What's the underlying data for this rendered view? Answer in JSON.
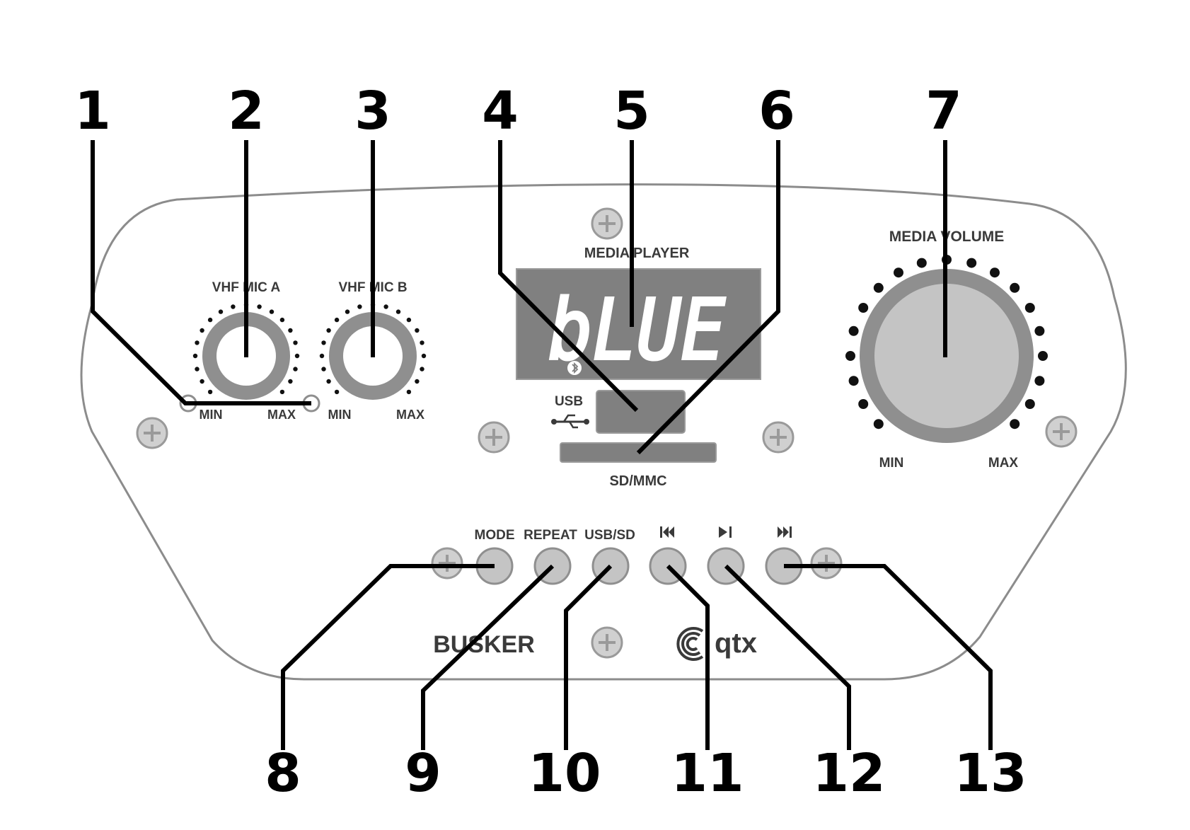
{
  "colors": {
    "background": "#ffffff",
    "panel_outline": "#8c8c8c",
    "knob_ring": "#8f8f8f",
    "knob_face": "#c4c4c4",
    "display_bg": "#808080",
    "display_text": "#ffffff",
    "button_fill": "#c4c4c4",
    "button_ring": "#8f8f8f",
    "screw_fill": "#d0d0d0",
    "screw_ring": "#9a9a9a",
    "callout": "#000000",
    "label_text": "#3a3a3a"
  },
  "callouts": [
    "1",
    "2",
    "3",
    "4",
    "5",
    "6",
    "7",
    "8",
    "9",
    "10",
    "11",
    "12",
    "13"
  ],
  "mic_a": {
    "title": "VHF MIC A",
    "min": "MIN",
    "max": "MAX"
  },
  "mic_b": {
    "title": "VHF MIC B",
    "min": "MIN",
    "max": "MAX"
  },
  "media_player": {
    "title": "MEDIA PLAYER",
    "display_text": "bLUE",
    "bluetooth_icon": "bluetooth-icon",
    "usb_label": "USB",
    "usb_icon": "usb-symbol-icon",
    "sd_label": "SD/MMC"
  },
  "media_volume": {
    "title": "MEDIA VOLUME",
    "min": "MIN",
    "max": "MAX"
  },
  "buttons": {
    "mode": "MODE",
    "repeat": "REPEAT",
    "usb_sd": "USB/SD",
    "prev_icon": "skip-previous-icon",
    "play_pause_icon": "play-pause-icon",
    "next_icon": "skip-next-icon"
  },
  "branding": {
    "product": "BUSKER",
    "brand": "qtx",
    "brand_icon": "qtx-swirl-logo-icon"
  }
}
